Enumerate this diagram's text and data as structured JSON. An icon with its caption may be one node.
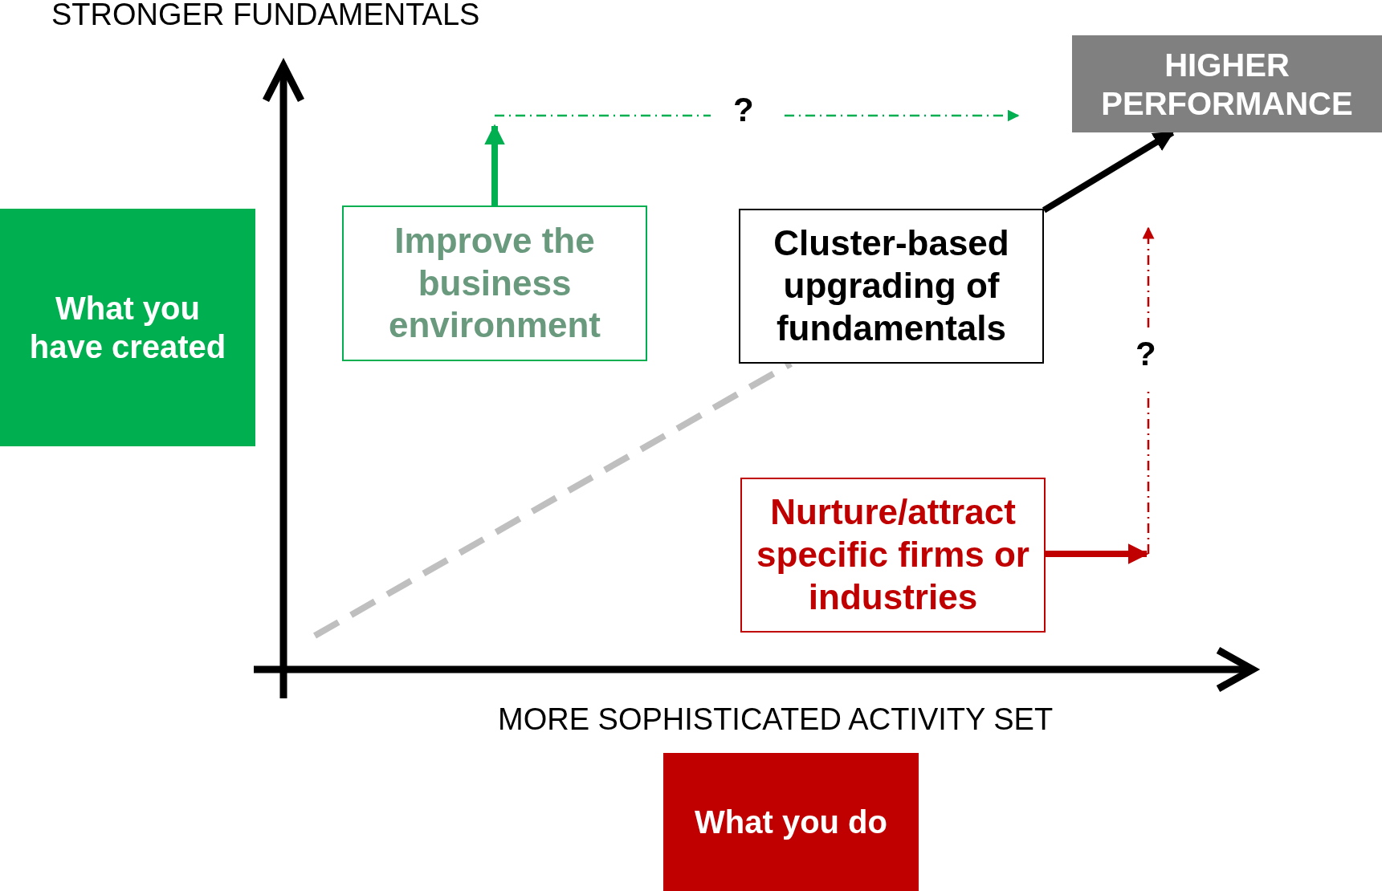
{
  "diagram": {
    "nodes": [
      {
        "text": [
          "What you have created"
        ]
      },
      {
        "text": [
          "Improve the business environment"
        ]
      },
      {
        "text": [
          "Cluster-based upgrading of fundamentals"
        ]
      },
      {
        "text": [
          "HIGHER PERFORMANCE"
        ]
      },
      {
        "text": [
          "Nurture/attract specific firms or industries"
        ]
      },
      {
        "text": [
          "What you do"
        ]
      }
    ],
    "edges": [
      {
        "from": null,
        "to": 2,
        "arrow": "none",
        "style": "dashed",
        "color": "#bfbfbf"
      },
      {
        "from": 2,
        "to": 3,
        "arrow": "to",
        "color": "#000000"
      },
      {
        "from": 1,
        "to": null,
        "arrow": "to",
        "color": "#00b050"
      },
      {
        "from": 4,
        "to": null,
        "arrow": "to",
        "color": "#c00000"
      }
    ],
    "labels": [
      "STRONGER FUNDAMENTALS",
      "?",
      "?",
      "MORE SOPHISTICATED ACTIVITY SET"
    ]
  }
}
